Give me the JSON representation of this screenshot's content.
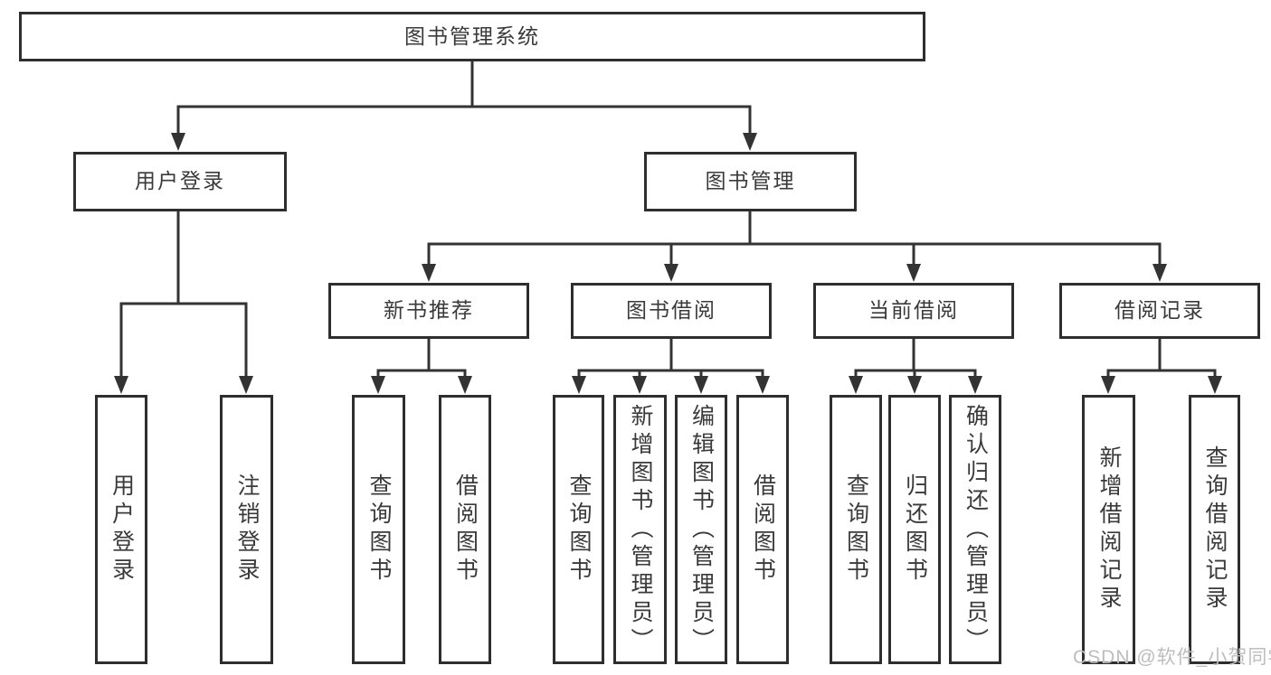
{
  "diagram_title": "图书管理系统",
  "watermark": "CSDN @软件_小贺同学",
  "colors": {
    "line": "#333333",
    "box_border": "#2e2e2e",
    "text": "#3a3a3a",
    "watermark": "#bdbdbd",
    "background": "#ffffff"
  },
  "nodes": [
    {
      "id": "system",
      "label": "图书管理系统",
      "level": 1,
      "parent": null,
      "vertical": false
    },
    {
      "id": "user-login",
      "label": "用户登录",
      "level": 2,
      "parent": "system",
      "vertical": false
    },
    {
      "id": "book-management",
      "label": "图书管理",
      "level": 2,
      "parent": "system",
      "vertical": false
    },
    {
      "id": "new-book-recommendation",
      "label": "新书推荐",
      "level": 3,
      "parent": "book-management",
      "vertical": false
    },
    {
      "id": "book-borrowing",
      "label": "图书借阅",
      "level": 3,
      "parent": "book-management",
      "vertical": false
    },
    {
      "id": "current-borrowing",
      "label": "当前借阅",
      "level": 3,
      "parent": "book-management",
      "vertical": false
    },
    {
      "id": "borrowing-records",
      "label": "借阅记录",
      "level": 3,
      "parent": "book-management",
      "vertical": false
    },
    {
      "id": "user-login-leaf",
      "label": "用户登录",
      "level": 4,
      "parent": "user-login",
      "vertical": true
    },
    {
      "id": "logout",
      "label": "注销登录",
      "level": 4,
      "parent": "user-login",
      "vertical": true
    },
    {
      "id": "query-books-recommendation",
      "label": "查询图书",
      "level": 4,
      "parent": "new-book-recommendation",
      "vertical": true
    },
    {
      "id": "borrow-books-recommendation",
      "label": "借阅图书",
      "level": 4,
      "parent": "new-book-recommendation",
      "vertical": true
    },
    {
      "id": "query-books-borrowing",
      "label": "查询图书",
      "level": 4,
      "parent": "book-borrowing",
      "vertical": true
    },
    {
      "id": "add-books-admin",
      "label": "新增图书（管理员）",
      "level": 4,
      "parent": "book-borrowing",
      "vertical": true
    },
    {
      "id": "edit-books-admin",
      "label": "编辑图书（管理员）",
      "level": 4,
      "parent": "book-borrowing",
      "vertical": true
    },
    {
      "id": "borrow-books-borrowing",
      "label": "借阅图书",
      "level": 4,
      "parent": "book-borrowing",
      "vertical": true
    },
    {
      "id": "query-books-current",
      "label": "查询图书",
      "level": 4,
      "parent": "current-borrowing",
      "vertical": true
    },
    {
      "id": "return-books",
      "label": "归还图书",
      "level": 4,
      "parent": "current-borrowing",
      "vertical": true
    },
    {
      "id": "confirm-return-admin",
      "label": "确认归还（管理员）",
      "level": 4,
      "parent": "current-borrowing",
      "vertical": true
    },
    {
      "id": "add-borrowing-record",
      "label": "新增借阅记录",
      "level": 4,
      "parent": "borrowing-records",
      "vertical": true
    },
    {
      "id": "query-borrowing-record",
      "label": "查询借阅记录",
      "level": 4,
      "parent": "borrowing-records",
      "vertical": true
    }
  ]
}
